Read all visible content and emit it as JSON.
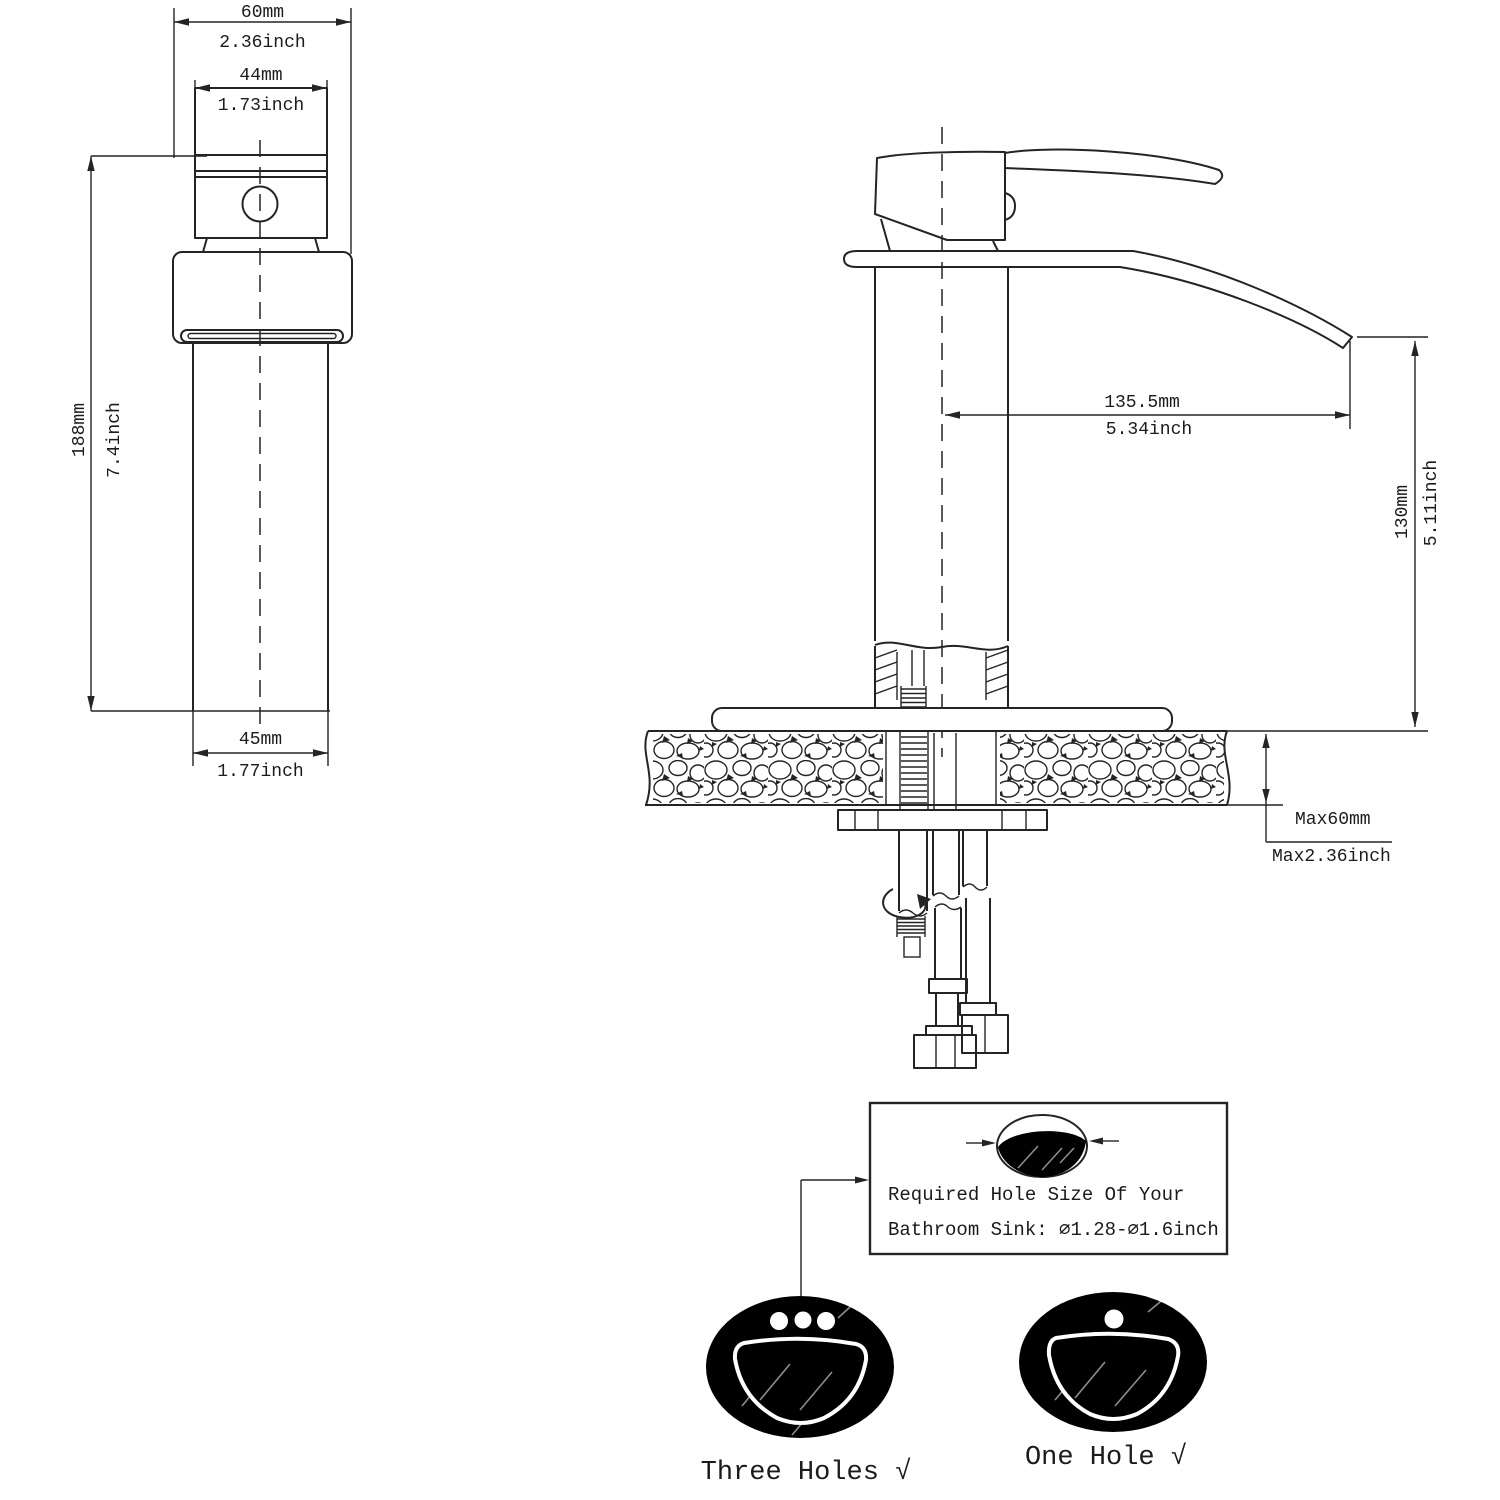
{
  "front_view": {
    "top_width_mm": "60mm",
    "top_width_in": "2.36inch",
    "handle_width_mm": "44mm",
    "handle_width_in": "1.73inch",
    "height_mm": "188mm",
    "height_in": "7.4inch",
    "base_width_mm": "45mm",
    "base_width_in": "1.77inch"
  },
  "side_view": {
    "spout_reach_mm": "135.5mm",
    "spout_reach_in": "5.34inch",
    "spout_height_mm": "130mm",
    "spout_height_in": "5.11inch",
    "counter_thickness_mm": "Max60mm",
    "counter_thickness_in": "Max2.36inch"
  },
  "hole_requirement": {
    "line1": "Required Hole Size Of Your",
    "line2": "Bathroom Sink: ∅1.28-∅1.6inch"
  },
  "sink_options": [
    {
      "label": "Three Holes √",
      "holes": 3
    },
    {
      "label": "One Hole √",
      "holes": 1
    }
  ],
  "colors": {
    "line": "#242424",
    "background": "#ffffff",
    "sink_fill": "#000000"
  }
}
